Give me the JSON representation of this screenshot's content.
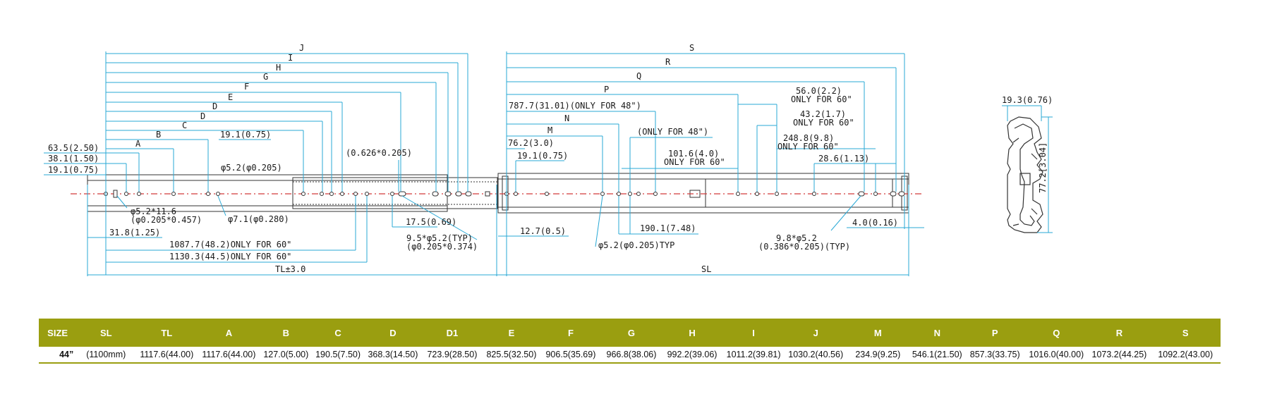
{
  "colors": {
    "dimension_line": "#2aa9d6",
    "centerline": "#d23a3a",
    "table_header": "#9a9e10"
  },
  "drawing": {
    "labels": {
      "J": "J",
      "I": "I",
      "H": "H",
      "G": "G",
      "F": "F",
      "E": "E",
      "D1": "D",
      "D2": "D",
      "C": "C",
      "B": "B",
      "A": "A",
      "S": "S",
      "R": "R",
      "Q": "Q",
      "P": "P",
      "N": "N",
      "M": "M",
      "d_63_5": "63.5(2.50)",
      "d_38_1": "38.1(1.50)",
      "d_19_1a": "19.1(0.75)",
      "d_19_1b": "19.1(0.75)",
      "d_phi52": "φ5.2(φ0.205)",
      "d_0626": "(0.626*0.205)",
      "d_slot1": "φ5.2*11.6",
      "d_slot2": "(φ0.205*0.457)",
      "d_phi71": "φ7.1(φ0.280)",
      "d_31_8": "31.8(1.25)",
      "d_1087": "1087.7(48.2)ONLY FOR 60\"",
      "d_1130": "1130.3(44.5)ONLY FOR 60\"",
      "d_TL": "TL±3.0",
      "d_17_5": "17.5(0.69)",
      "d_typ1": "9.5*φ5.2(TYP)",
      "d_typ2": "(φ0.205*0.374)",
      "d_12_7": "12.7(0.5)",
      "d_787": "787.7(31.01)(ONLY FOR 48\")",
      "d_76_2": "76.2(3.0)",
      "d_19_1c": "19.1(0.75)",
      "d_only48": "(ONLY FOR 48\")",
      "d_101a": "101.6(4.0)",
      "d_101b": "ONLY FOR 60\"",
      "d_56a": "56.0(2.2)",
      "d_56b": "ONLY FOR 60\"",
      "d_43a": "43.2(1.7)",
      "d_43b": "ONLY FOR 60\"",
      "d_248a": "248.8(9.8)",
      "d_248b": "ONLY FOR 60\"",
      "d_28_6": "28.6(1.13)",
      "d_190": "190.1(7.48)",
      "d_phi52typ": "φ5.2(φ0.205)TYP",
      "d_98a": "9.8*φ5.2",
      "d_98b": "(0.386*0.205)(TYP)",
      "d_4_0": "4.0(0.16)",
      "d_SL": "SL",
      "d_19_3": "19.3(0.76)",
      "d_77_2": "77.2[3.04]"
    }
  },
  "table": {
    "headers": [
      "SIZE",
      "SL",
      "TL",
      "A",
      "B",
      "C",
      "D",
      "D1",
      "E",
      "F",
      "G",
      "H",
      "I",
      "J",
      "M",
      "N",
      "P",
      "Q",
      "R",
      "S"
    ],
    "row": {
      "size": "44”",
      "size_mm": "(1100mm)",
      "values": [
        "1117.6(44.00)",
        "1117.6(44.00)",
        "127.0(5.00)",
        "190.5(7.50)",
        "368.3(14.50)",
        "723.9(28.50)",
        "",
        "825.5(32.50)",
        "906.5(35.69)",
        "966.8(38.06)",
        "992.2(39.06)",
        "1011.2(39.81)",
        "1030.2(40.56)",
        "234.9(9.25)",
        "546.1(21.50)",
        "857.3(33.75)",
        "1016.0(40.00)",
        "1073.2(44.25)",
        "1092.2(43.00)"
      ]
    }
  }
}
